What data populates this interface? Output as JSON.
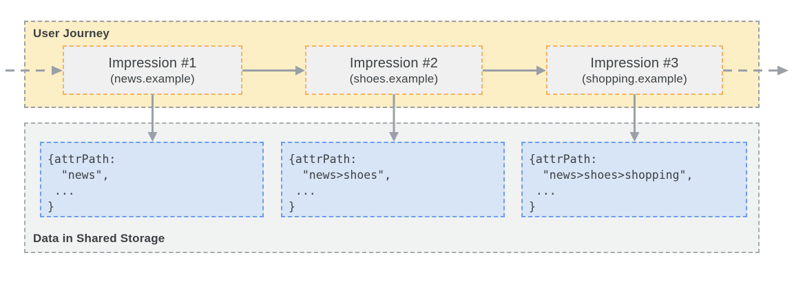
{
  "palette": {
    "journey_fill": "#FCEEC5",
    "journey_border": "#9AA0A6",
    "impression_fill": "#F0F0F0",
    "impression_border": "#F3B35C",
    "storage_fill": "#F1F2F2",
    "storage_border": "#A6ABAF",
    "entry_fill": "#D8E5F6",
    "entry_border": "#6B9DEE",
    "arrow": "#9AA0A6",
    "text": "#3C4043"
  },
  "journey": {
    "label": "User Journey",
    "impressions": [
      {
        "title": "Impression #1",
        "subtitle": "(news.example)"
      },
      {
        "title": "Impression #2",
        "subtitle": "(shoes.example)"
      },
      {
        "title": "Impression #3",
        "subtitle": "(shopping.example)"
      }
    ]
  },
  "storage": {
    "label": "Data in Shared Storage",
    "entries": [
      {
        "code": "{attrPath:\n  \"news\",\n ...\n}"
      },
      {
        "code": "{attrPath:\n  \"news>shoes\",\n ...\n}"
      },
      {
        "code": "{attrPath:\n  \"news>shoes>shopping\",\n ...\n}"
      }
    ]
  }
}
